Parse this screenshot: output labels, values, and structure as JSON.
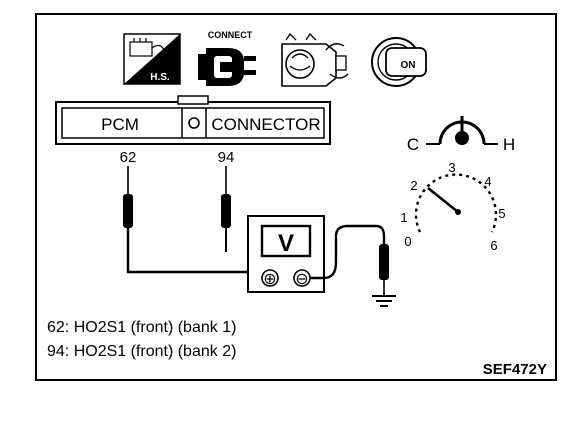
{
  "figure_id": "SEF472Y",
  "icons": {
    "hot_start": {
      "name": "hot-start-icon",
      "label": "H.S."
    },
    "connect": {
      "name": "connect-icon",
      "label": "CONNECT"
    },
    "engine": {
      "name": "engine-running-icon"
    },
    "ignition": {
      "name": "ignition-key-on-icon",
      "label": "ON"
    }
  },
  "connector": {
    "left_label": "PCM",
    "right_label": "CONNECTOR"
  },
  "terminals": [
    {
      "number": "62",
      "desc": "HO2S1 (front) (bank 1)"
    },
    {
      "number": "94",
      "desc": "HO2S1 (front) (bank 2)"
    }
  ],
  "voltmeter": {
    "label": "V",
    "plus": "⊕",
    "minus": "⊖"
  },
  "temp_gauge": {
    "cold": "C",
    "hot": "H"
  },
  "dial": {
    "ticks": [
      "0",
      "1",
      "2",
      "3",
      "4",
      "5",
      "6"
    ]
  },
  "legend": [
    {
      "text": "62: HO2S1 (front) (bank 1)"
    },
    {
      "text": "94: HO2S1 (front) (bank 2)"
    }
  ]
}
